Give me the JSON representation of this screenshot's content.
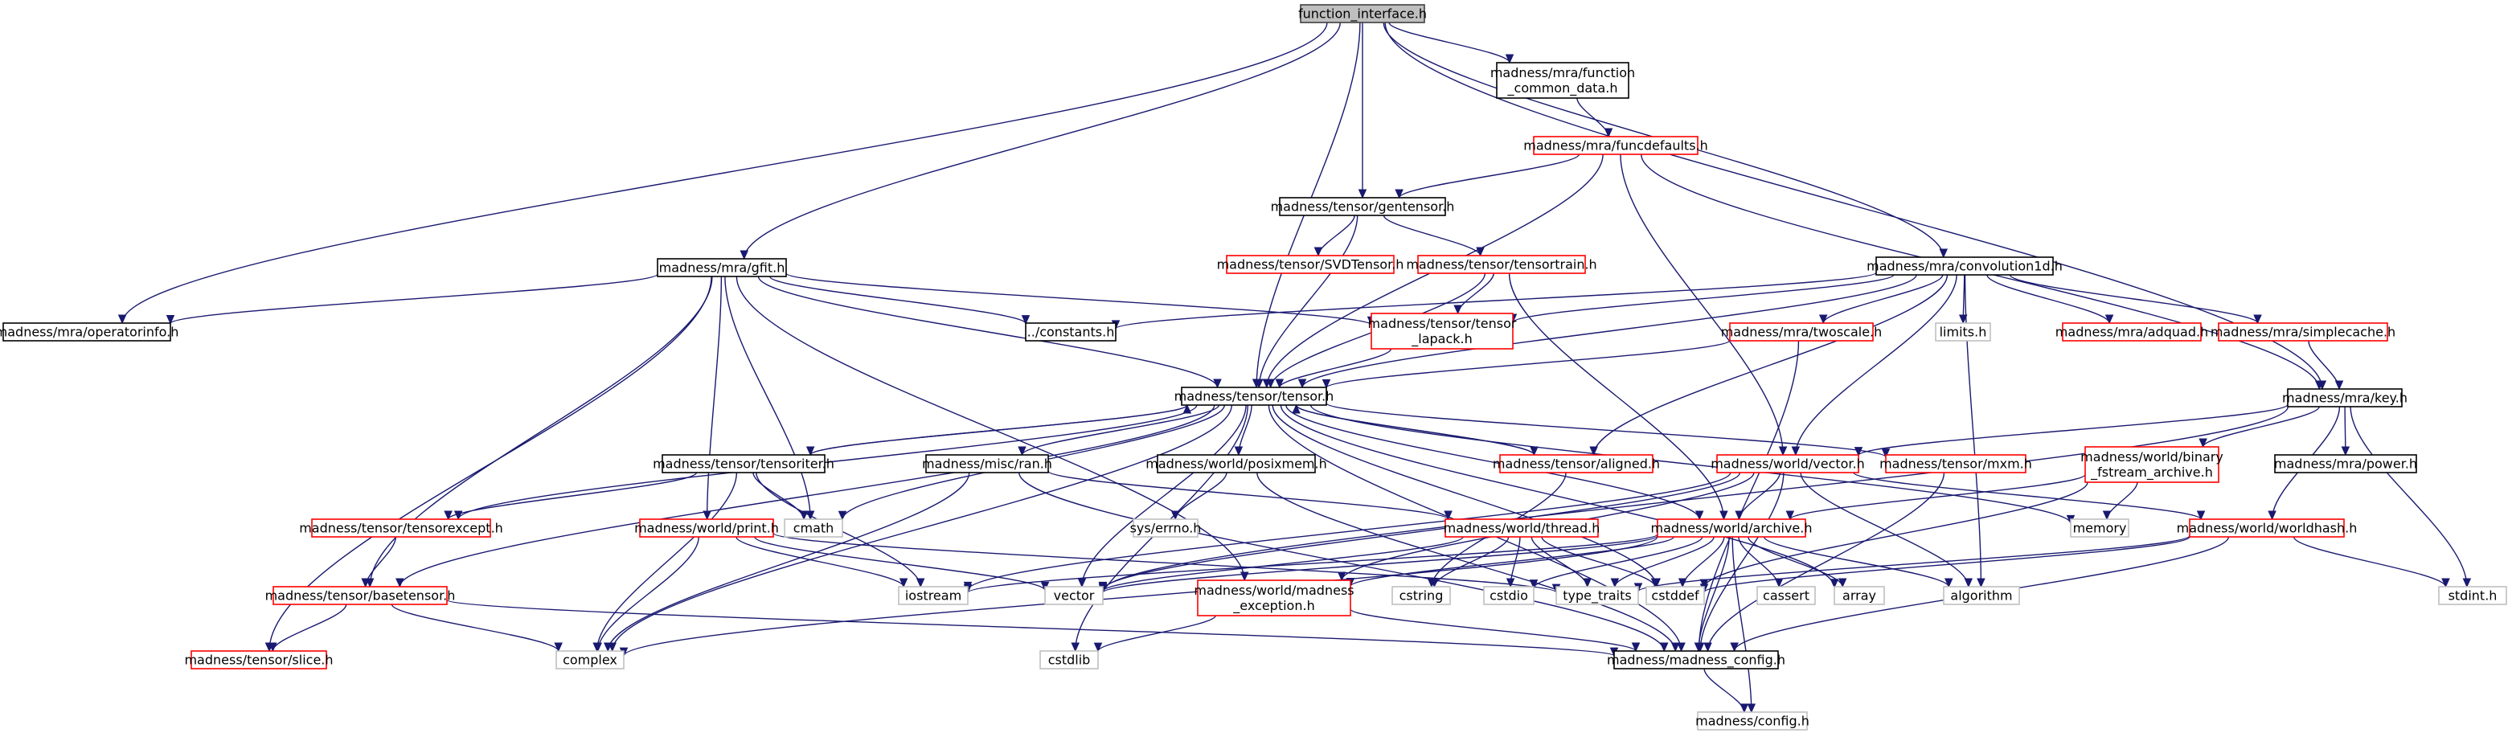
{
  "title": "function_interface.h",
  "colors": {
    "edge": "#191970",
    "root_fill": "#bfbfbf",
    "documented_border": "#000000",
    "undocumented_border": "#ff0000",
    "external_border": "#bfbfbf",
    "external_text": "#5a5a5a"
  },
  "nodes": [
    {
      "id": "function_interface_h",
      "label": "function_interface.h",
      "kind": "root"
    },
    {
      "id": "function_common_data",
      "label": "madness/mra/function\n_common_data.h",
      "kind": "documented"
    },
    {
      "id": "funcdefaults",
      "label": "madness/mra/funcdefaults.h",
      "kind": "undocumented"
    },
    {
      "id": "gentensor",
      "label": "madness/tensor/gentensor.h",
      "kind": "documented"
    },
    {
      "id": "svdtensor",
      "label": "madness/tensor/SVDTensor.h",
      "kind": "undocumented"
    },
    {
      "id": "tensortrain",
      "label": "madness/tensor/tensortrain.h",
      "kind": "undocumented"
    },
    {
      "id": "gfit",
      "label": "madness/mra/gfit.h",
      "kind": "documented"
    },
    {
      "id": "convolution1d",
      "label": "madness/mra/convolution1d.h",
      "kind": "documented"
    },
    {
      "id": "operatorinfo",
      "label": "madness/mra/operatorinfo.h",
      "kind": "documented"
    },
    {
      "id": "constants",
      "label": "../constants.h",
      "kind": "documented"
    },
    {
      "id": "tensor_lapack",
      "label": "madness/tensor/tensor\n_lapack.h",
      "kind": "undocumented"
    },
    {
      "id": "limits",
      "label": "limits.h",
      "kind": "external"
    },
    {
      "id": "adquad",
      "label": "madness/mra/adquad.h",
      "kind": "undocumented"
    },
    {
      "id": "simplecache",
      "label": "madness/mra/simplecache.h",
      "kind": "undocumented"
    },
    {
      "id": "twoscale",
      "label": "madness/mra/twoscale.h",
      "kind": "undocumented"
    },
    {
      "id": "tensor",
      "label": "madness/tensor/tensor.h",
      "kind": "documented"
    },
    {
      "id": "key",
      "label": "madness/mra/key.h",
      "kind": "documented"
    },
    {
      "id": "tensoriter",
      "label": "madness/tensor/tensoriter.h",
      "kind": "documented"
    },
    {
      "id": "ran",
      "label": "madness/misc/ran.h",
      "kind": "documented"
    },
    {
      "id": "posixmem",
      "label": "madness/world/posixmem.h",
      "kind": "documented"
    },
    {
      "id": "aligned",
      "label": "madness/tensor/aligned.h",
      "kind": "undocumented"
    },
    {
      "id": "vector_h",
      "label": "madness/world/vector.h",
      "kind": "undocumented"
    },
    {
      "id": "mxm",
      "label": "madness/tensor/mxm.h",
      "kind": "undocumented"
    },
    {
      "id": "binary_fstream",
      "label": "madness/world/binary\n_fstream_archive.h",
      "kind": "undocumented"
    },
    {
      "id": "power",
      "label": "madness/mra/power.h",
      "kind": "documented"
    },
    {
      "id": "tensorexcept",
      "label": "madness/tensor/tensorexcept.h",
      "kind": "undocumented"
    },
    {
      "id": "cmath",
      "label": "cmath",
      "kind": "external"
    },
    {
      "id": "syserrno",
      "label": "sys/errno.h",
      "kind": "external"
    },
    {
      "id": "print",
      "label": "madness/world/print.h",
      "kind": "undocumented"
    },
    {
      "id": "thread",
      "label": "madness/world/thread.h",
      "kind": "undocumented"
    },
    {
      "id": "archive",
      "label": "madness/world/archive.h",
      "kind": "undocumented"
    },
    {
      "id": "memory",
      "label": "memory",
      "kind": "external"
    },
    {
      "id": "worldhash",
      "label": "madness/world/worldhash.h",
      "kind": "undocumented"
    },
    {
      "id": "basetensor",
      "label": "madness/tensor/basetensor.h",
      "kind": "undocumented"
    },
    {
      "id": "iostream",
      "label": "iostream",
      "kind": "external"
    },
    {
      "id": "vector",
      "label": "vector",
      "kind": "external"
    },
    {
      "id": "madness_exception",
      "label": "madness/world/madness\n_exception.h",
      "kind": "undocumented"
    },
    {
      "id": "cstring",
      "label": "cstring",
      "kind": "external"
    },
    {
      "id": "cstdio",
      "label": "cstdio",
      "kind": "external"
    },
    {
      "id": "type_traits",
      "label": "type_traits",
      "kind": "external"
    },
    {
      "id": "cstddef",
      "label": "cstddef",
      "kind": "external"
    },
    {
      "id": "cassert",
      "label": "cassert",
      "kind": "external"
    },
    {
      "id": "array",
      "label": "array",
      "kind": "external"
    },
    {
      "id": "algorithm",
      "label": "algorithm",
      "kind": "external"
    },
    {
      "id": "stdint",
      "label": "stdint.h",
      "kind": "external"
    },
    {
      "id": "slice",
      "label": "madness/tensor/slice.h",
      "kind": "undocumented"
    },
    {
      "id": "complex",
      "label": "complex",
      "kind": "external"
    },
    {
      "id": "cstdlib",
      "label": "cstdlib",
      "kind": "external"
    },
    {
      "id": "madness_config",
      "label": "madness/madness_config.h",
      "kind": "documented"
    },
    {
      "id": "config",
      "label": "madness/config.h",
      "kind": "external"
    }
  ],
  "edges": [
    [
      "function_interface_h",
      "function_common_data"
    ],
    [
      "function_interface_h",
      "gentensor"
    ],
    [
      "function_interface_h",
      "gfit"
    ],
    [
      "function_interface_h",
      "convolution1d"
    ],
    [
      "function_interface_h",
      "operatorinfo"
    ],
    [
      "function_interface_h",
      "tensor"
    ],
    [
      "function_interface_h",
      "key"
    ],
    [
      "function_common_data",
      "funcdefaults"
    ],
    [
      "funcdefaults",
      "gentensor"
    ],
    [
      "funcdefaults",
      "tensor"
    ],
    [
      "funcdefaults",
      "vector_h"
    ],
    [
      "funcdefaults",
      "key"
    ],
    [
      "gentensor",
      "svdtensor"
    ],
    [
      "gentensor",
      "tensortrain"
    ],
    [
      "gentensor",
      "tensor"
    ],
    [
      "tensortrain",
      "tensor"
    ],
    [
      "tensortrain",
      "tensor_lapack"
    ],
    [
      "tensortrain",
      "archive"
    ],
    [
      "gfit",
      "operatorinfo"
    ],
    [
      "gfit",
      "constants"
    ],
    [
      "gfit",
      "tensor_lapack"
    ],
    [
      "gfit",
      "tensor"
    ],
    [
      "gfit",
      "print"
    ],
    [
      "gfit",
      "cmath"
    ],
    [
      "gfit",
      "basetensor"
    ],
    [
      "gfit",
      "slice"
    ],
    [
      "gfit",
      "madness_exception"
    ],
    [
      "convolution1d",
      "constants"
    ],
    [
      "convolution1d",
      "tensor_lapack"
    ],
    [
      "convolution1d",
      "limits"
    ],
    [
      "convolution1d",
      "adquad"
    ],
    [
      "convolution1d",
      "simplecache"
    ],
    [
      "convolution1d",
      "twoscale"
    ],
    [
      "convolution1d",
      "tensor"
    ],
    [
      "convolution1d",
      "vector_h"
    ],
    [
      "convolution1d",
      "aligned"
    ],
    [
      "convolution1d",
      "algorithm"
    ],
    [
      "tensor_lapack",
      "tensor"
    ],
    [
      "simplecache",
      "key"
    ],
    [
      "twoscale",
      "tensor"
    ],
    [
      "twoscale",
      "madness_config"
    ],
    [
      "key",
      "vector_h"
    ],
    [
      "key",
      "binary_fstream"
    ],
    [
      "key",
      "power"
    ],
    [
      "key",
      "worldhash"
    ],
    [
      "key",
      "stdint"
    ],
    [
      "key",
      "vector"
    ],
    [
      "tensor",
      "tensoriter"
    ],
    [
      "tensor",
      "ran"
    ],
    [
      "tensor",
      "posixmem"
    ],
    [
      "tensor",
      "aligned"
    ],
    [
      "tensor",
      "mxm"
    ],
    [
      "tensor",
      "tensorexcept"
    ],
    [
      "tensor",
      "basetensor"
    ],
    [
      "tensor",
      "cmath"
    ],
    [
      "tensor",
      "complex"
    ],
    [
      "tensor",
      "vector"
    ],
    [
      "tensor",
      "cstdlib"
    ],
    [
      "tensor",
      "cstddef"
    ],
    [
      "tensor",
      "memory"
    ],
    [
      "tensor",
      "madness_config"
    ],
    [
      "tensor",
      "archive"
    ],
    [
      "tensor",
      "array"
    ],
    [
      "tensoriter",
      "tensor"
    ],
    [
      "tensoriter",
      "tensorexcept"
    ],
    [
      "tensoriter",
      "cmath"
    ],
    [
      "tensoriter",
      "iostream"
    ],
    [
      "tensoriter",
      "complex"
    ],
    [
      "ran",
      "thread"
    ],
    [
      "ran",
      "complex"
    ],
    [
      "ran",
      "madness_config"
    ],
    [
      "posixmem",
      "syserrno"
    ],
    [
      "posixmem",
      "madness_config"
    ],
    [
      "aligned",
      "tensor"
    ],
    [
      "aligned",
      "cstring"
    ],
    [
      "mxm",
      "madness_config"
    ],
    [
      "vector_h",
      "archive"
    ],
    [
      "vector_h",
      "worldhash"
    ],
    [
      "vector_h",
      "madness_exception"
    ],
    [
      "vector_h",
      "vector"
    ],
    [
      "vector_h",
      "iostream"
    ],
    [
      "vector_h",
      "algorithm"
    ],
    [
      "vector_h",
      "madness_config"
    ],
    [
      "binary_fstream",
      "archive"
    ],
    [
      "binary_fstream",
      "memory"
    ],
    [
      "binary_fstream",
      "cstddef"
    ],
    [
      "tensorexcept",
      "basetensor"
    ],
    [
      "print",
      "iostream"
    ],
    [
      "print",
      "complex"
    ],
    [
      "print",
      "vector"
    ],
    [
      "print",
      "type_traits"
    ],
    [
      "thread",
      "cstring"
    ],
    [
      "thread",
      "cstdio"
    ],
    [
      "thread",
      "type_traits"
    ],
    [
      "thread",
      "cstddef"
    ],
    [
      "thread",
      "vector"
    ],
    [
      "archive",
      "type_traits"
    ],
    [
      "archive",
      "cstddef"
    ],
    [
      "archive",
      "cassert"
    ],
    [
      "archive",
      "array"
    ],
    [
      "archive",
      "algorithm"
    ],
    [
      "archive",
      "vector"
    ],
    [
      "archive",
      "cstdio"
    ],
    [
      "archive",
      "complex"
    ],
    [
      "archive",
      "madness_exception"
    ],
    [
      "archive",
      "iostream"
    ],
    [
      "archive",
      "madness_config"
    ],
    [
      "archive",
      "config"
    ],
    [
      "worldhash",
      "madness_config"
    ],
    [
      "worldhash",
      "stdint"
    ],
    [
      "worldhash",
      "cstddef"
    ],
    [
      "worldhash",
      "type_traits"
    ],
    [
      "basetensor",
      "slice"
    ],
    [
      "basetensor",
      "complex"
    ],
    [
      "basetensor",
      "madness_config"
    ],
    [
      "madness_exception",
      "madness_config"
    ],
    [
      "madness_exception",
      "cstdlib"
    ],
    [
      "madness_config",
      "config"
    ]
  ]
}
